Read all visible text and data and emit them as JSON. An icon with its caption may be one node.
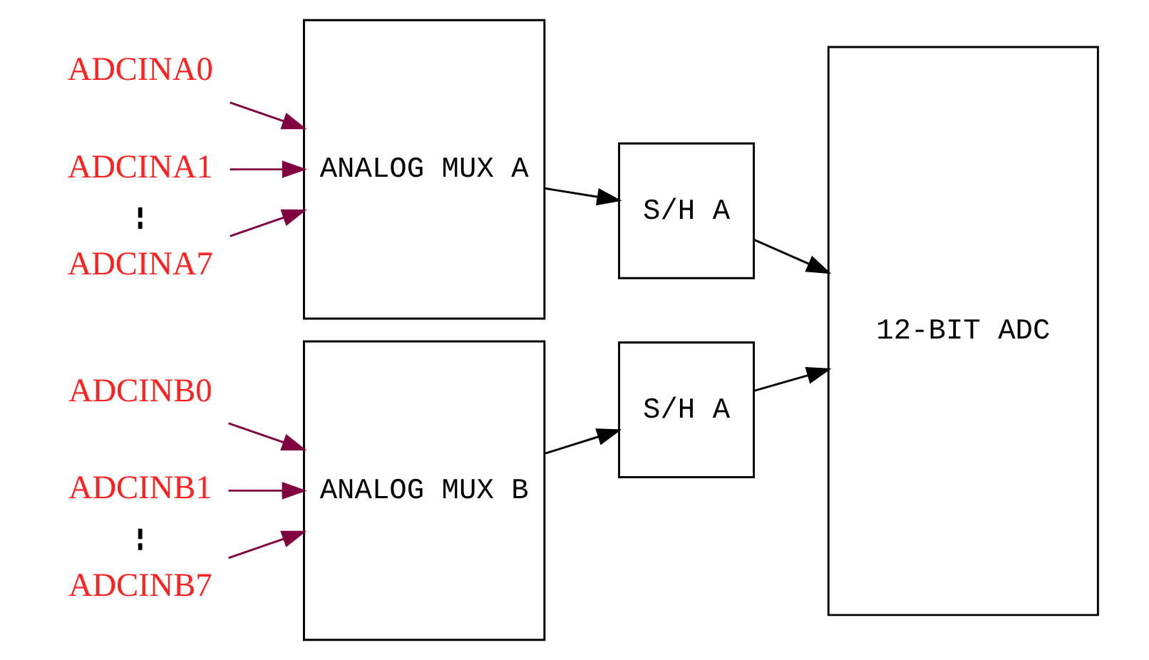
{
  "diagram": {
    "nodes": [
      {
        "text": [
          "ADCINA0"
        ]
      },
      {
        "text": [
          "ADCINA1"
        ]
      },
      {
        "text": [
          "ADCINA7"
        ]
      },
      {
        "text": [
          "ANALOG MUX A"
        ]
      },
      {
        "text": [
          "S/H A"
        ]
      },
      {
        "text": [
          "12-BIT ADC"
        ]
      },
      {
        "text": [
          "ADCINB0"
        ]
      },
      {
        "text": [
          "ADCINB1"
        ]
      },
      {
        "text": [
          "ADCINB7"
        ]
      },
      {
        "text": [
          "ANALOG MUX B"
        ]
      },
      {
        "text": [
          "S/H A"
        ]
      }
    ],
    "edges": [
      {
        "from": 0,
        "to": 3,
        "arrow": "to",
        "color": "#800040"
      },
      {
        "from": 1,
        "to": 3,
        "arrow": "to",
        "color": "#800040"
      },
      {
        "from": 2,
        "to": 3,
        "arrow": "to",
        "color": "#800040"
      },
      {
        "from": 1,
        "to": 2,
        "arrow": "none",
        "style": "dashed",
        "color": "#000000"
      },
      {
        "from": 3,
        "to": 4,
        "arrow": "to",
        "color": "#000000"
      },
      {
        "from": 4,
        "to": 5,
        "arrow": "to",
        "color": "#000000"
      },
      {
        "from": 6,
        "to": 9,
        "arrow": "to",
        "color": "#800040"
      },
      {
        "from": 7,
        "to": 9,
        "arrow": "to",
        "color": "#800040"
      },
      {
        "from": 8,
        "to": 9,
        "arrow": "to",
        "color": "#800040"
      },
      {
        "from": 7,
        "to": 8,
        "arrow": "none",
        "style": "dashed",
        "color": "#000000"
      },
      {
        "from": 9,
        "to": 10,
        "arrow": "to",
        "color": "#000000"
      },
      {
        "from": 10,
        "to": 5,
        "arrow": "to",
        "color": "#000000"
      }
    ]
  }
}
